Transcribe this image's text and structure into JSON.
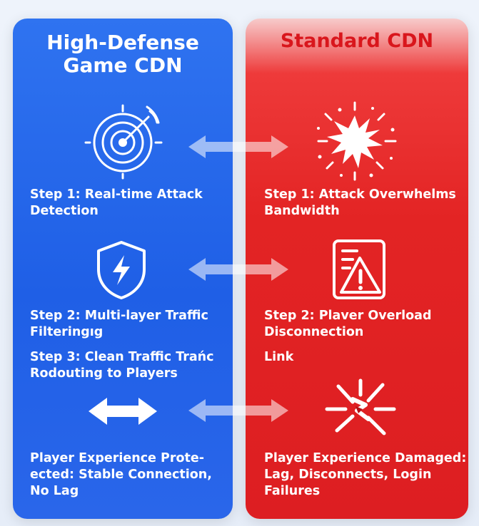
{
  "left": {
    "title_line1": "High-Defense",
    "title_line2": "Game CDN",
    "steps": [
      {
        "line1": "Step 1: Real-time Attack",
        "line2": "Detection"
      },
      {
        "line1": "Step 2: Multi-layer Traffic",
        "line2": "Filteringıg"
      },
      {
        "line1": "Step 3: Clean Traffic Trańc",
        "line2": "Rodouting to Players"
      },
      {
        "line1": "Player Experience Prote-",
        "line2": "ected: Stable Connection,",
        "line3": "No Lag"
      }
    ],
    "icons": [
      "radar-target-icon",
      "shield-bolt-icon",
      "double-arrow-icon"
    ]
  },
  "right": {
    "title": "Standard CDN",
    "steps": [
      {
        "line1": "Step 1: Attack Overwhelms",
        "line2": "Bandwidth"
      },
      {
        "line1": "Step 2: Plaver Overload",
        "line2": "Disconnection"
      },
      {
        "line1": "Link"
      },
      {
        "line1": "Player Experience Damaged:",
        "line2": "Lag, Disconnects, Login",
        "line3": "Failures"
      }
    ],
    "icons": [
      "explosion-icon",
      "warning-chart-icon",
      "broken-link-icon"
    ]
  },
  "colors": {
    "left_panel": "#1f5fe6",
    "right_panel": "#e32424",
    "right_title": "#d9161c",
    "text": "#ffffff"
  }
}
